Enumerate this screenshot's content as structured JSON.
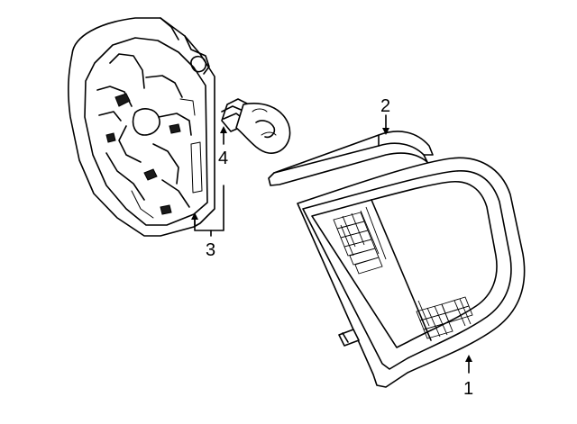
{
  "diagram": {
    "parts": [
      {
        "callout": "1",
        "component": "lens"
      },
      {
        "callout": "2",
        "component": "gasket"
      },
      {
        "callout": "3",
        "component": "socket-housing"
      },
      {
        "callout": "4",
        "component": "bulb"
      }
    ]
  },
  "colors": {
    "background": "#ffffff",
    "ink": "#000000"
  }
}
